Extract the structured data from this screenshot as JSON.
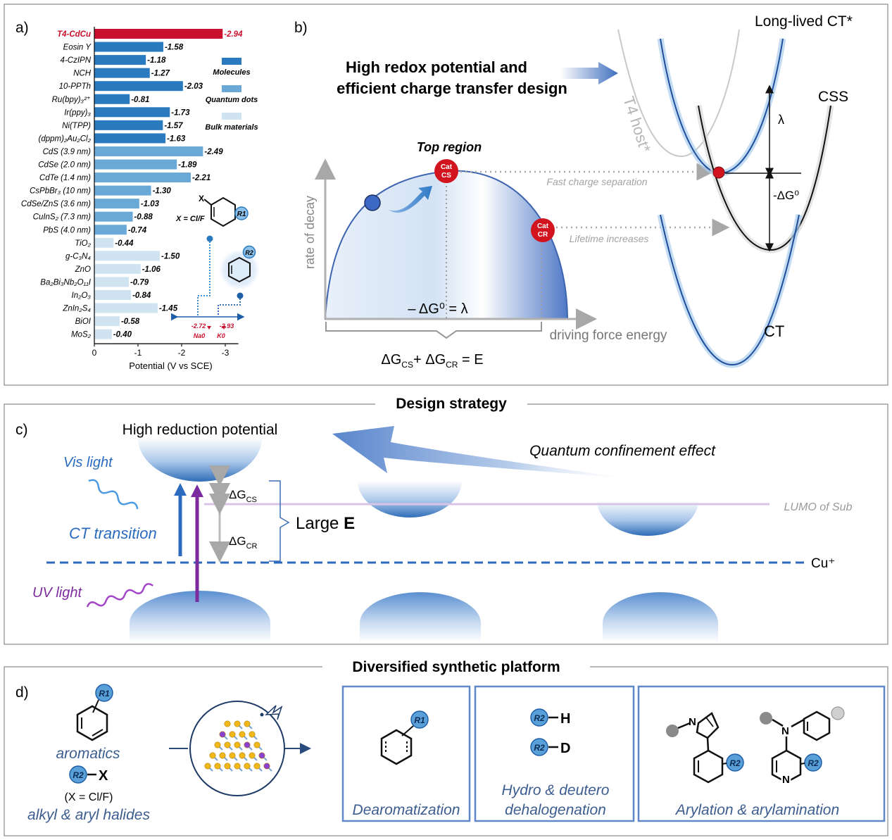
{
  "panel_a": {
    "panel_label": "a)",
    "chart_data": {
      "type": "bar",
      "orientation": "horizontal",
      "categories": [
        "T4-CdCu",
        "Eosin Y",
        "4-CzIPN",
        "NCH",
        "10-PPTh",
        "Ru(bpy)3 2+",
        "Ir(ppy)3",
        "Ni(TPP)",
        "(dppm)2Au2Cl2",
        "CdS (3.9 nm)",
        "CdSe (2.0 nm)",
        "CdTe (1.4 nm)",
        "CsPbBr3 (10 nm)",
        "CdSe/ZnS (3.6 nm)",
        "CuInS2 (7.3 nm)",
        "PbS (4.0 nm)",
        "TiO2",
        "g-C3N4",
        "ZnO",
        "Ba2Bi3Nb2O11I",
        "In2O3",
        "ZnIn2S4",
        "BiOI",
        "MoS2"
      ],
      "values": [
        -2.94,
        -1.58,
        -1.18,
        -1.27,
        -2.03,
        -0.81,
        -1.73,
        -1.57,
        -1.63,
        -2.49,
        -1.89,
        -2.21,
        -1.3,
        -1.03,
        -0.88,
        -0.74,
        -0.44,
        -1.5,
        -1.06,
        -0.79,
        -0.84,
        -1.45,
        -0.58,
        -0.4
      ],
      "value_labels": [
        "-2.94",
        "-1.58",
        "-1.18",
        "-1.27",
        "-2.03",
        "-0.81",
        "-1.73",
        "-1.57",
        "-1.63",
        "-2.49",
        "-1.89",
        "-2.21",
        "-1.30",
        "-1.03",
        "-0.88",
        "-0.74",
        "-0.44",
        "-1.50",
        "-1.06",
        "-0.79",
        "-0.84",
        "-1.45",
        "-0.58",
        "-0.40"
      ],
      "groups": [
        "highlight",
        "mol",
        "mol",
        "mol",
        "mol",
        "mol",
        "mol",
        "mol",
        "mol",
        "qd",
        "qd",
        "qd",
        "qd",
        "qd",
        "qd",
        "qd",
        "bulk",
        "bulk",
        "bulk",
        "bulk",
        "bulk",
        "bulk",
        "bulk",
        "bulk"
      ],
      "colors": {
        "highlight": "#c8102e",
        "mol": "#2a7abf",
        "qd": "#6aa8d8",
        "bulk": "#cfe3f1"
      },
      "legend": [
        {
          "label": "Molecules",
          "group": "mol"
        },
        {
          "label": "Quantum dots",
          "group": "qd"
        },
        {
          "label": "Bulk materials",
          "group": "bulk"
        }
      ],
      "xticks": [
        "0",
        "-1",
        "-2",
        "-3"
      ],
      "xlim": [
        0,
        -3.3
      ],
      "xlabel": "Potential (V vs SCE)"
    },
    "inset": {
      "x_label": "X = Cl/F",
      "x_atom": "X",
      "r1": "R1",
      "r2": "R2",
      "na_value": "-2.72",
      "k_value": "-2.93",
      "na_label": "Na0",
      "k_label": "K0"
    }
  },
  "panel_b": {
    "panel_label": "b)",
    "headline_1": "High redox potential and",
    "headline_2": "efficient charge transfer design",
    "ylabel": "rate of decay",
    "xlabel": "driving force energy",
    "top_region": "Top region",
    "cat_cs_1": "Cat",
    "cat_cs_2": "CS",
    "cat_cr_1": "Cat",
    "cat_cr_2": "CR",
    "fast_cs": "Fast charge separation",
    "lifetime": "Lifetime increases",
    "dg_lambda": "– ΔG⁰ = λ",
    "dg_sum": "ΔGCS+ ΔGCR = E",
    "long_lived": "Long-lived CT*",
    "host": "T4 host*",
    "css": "CSS",
    "lambda": "λ",
    "dg0": "-ΔG⁰",
    "ct": "CT"
  },
  "panel_c": {
    "panel_label": "c)",
    "title": "Design strategy",
    "high_red": "High reduction potential",
    "qc_effect": "Quantum confinement effect",
    "vis_light": "Vis light",
    "ct_transition": "CT transition",
    "uv_light": "UV light",
    "dg_cs": "ΔGCS",
    "dg_cr": "ΔGCR",
    "large_e_1": "Large ",
    "large_e_2": "E",
    "lumo": "LUMO of Sub",
    "cu": "Cu⁺"
  },
  "panel_d": {
    "panel_label": "d)",
    "title": "Diversified synthetic platform",
    "aromatics": "aromatics",
    "r1": "R1",
    "r2": "R2",
    "x_atom": "X",
    "x_def": "(X = Cl/F)",
    "halides": "alkyl & aryl halides",
    "box1": "Dearomatization",
    "box2_1": "Hydro & deutero",
    "box2_2": "dehalogenation",
    "box3": "Arylation & arylamination",
    "h_atom": "H",
    "d_atom": "D",
    "n_atom": "N"
  }
}
